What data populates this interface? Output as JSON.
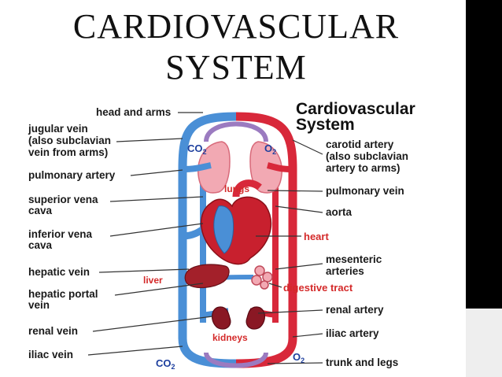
{
  "slide_title_lines": [
    "CARDIOVASCULAR",
    "SYSTEM"
  ],
  "diagram_title_lines": [
    "Cardiovascular",
    "System"
  ],
  "left_labels": [
    [
      "head and arms"
    ],
    [
      "jugular vein",
      "(also subclavian",
      "vein from arms)"
    ],
    [
      "pulmonary artery"
    ],
    [
      "superior vena",
      "cava"
    ],
    [
      "inferior vena",
      "cava"
    ],
    [
      "hepatic vein"
    ],
    [
      "hepatic portal",
      "vein"
    ],
    [
      "renal vein"
    ],
    [
      "iliac vein"
    ]
  ],
  "right_labels": [
    [
      "carotid artery",
      "(also subclavian",
      "artery to arms)"
    ],
    [
      "pulmonary vein"
    ],
    [
      "aorta"
    ],
    [
      "heart"
    ],
    [
      "mesenteric",
      "arteries"
    ],
    [
      "digestive tract"
    ],
    [
      "renal artery"
    ],
    [
      "iliac artery"
    ],
    [
      "trunk and legs"
    ]
  ],
  "organ_labels": {
    "lungs": "lungs",
    "liver": "liver",
    "kidneys": "kidneys"
  },
  "gas": {
    "top_left": {
      "base": "CO",
      "sub": "2"
    },
    "top_right": {
      "base": "O",
      "sub": "2"
    },
    "bottom_left": {
      "base": "CO",
      "sub": "2"
    },
    "bottom_right": {
      "base": "O",
      "sub": "2"
    }
  },
  "colors": {
    "vein_blue": "#4a8fd6",
    "artery_red": "#d8283a",
    "lung_pink": "#f2a9b3",
    "heart_red": "#c8202e",
    "liver_red": "#a3202a"
  }
}
